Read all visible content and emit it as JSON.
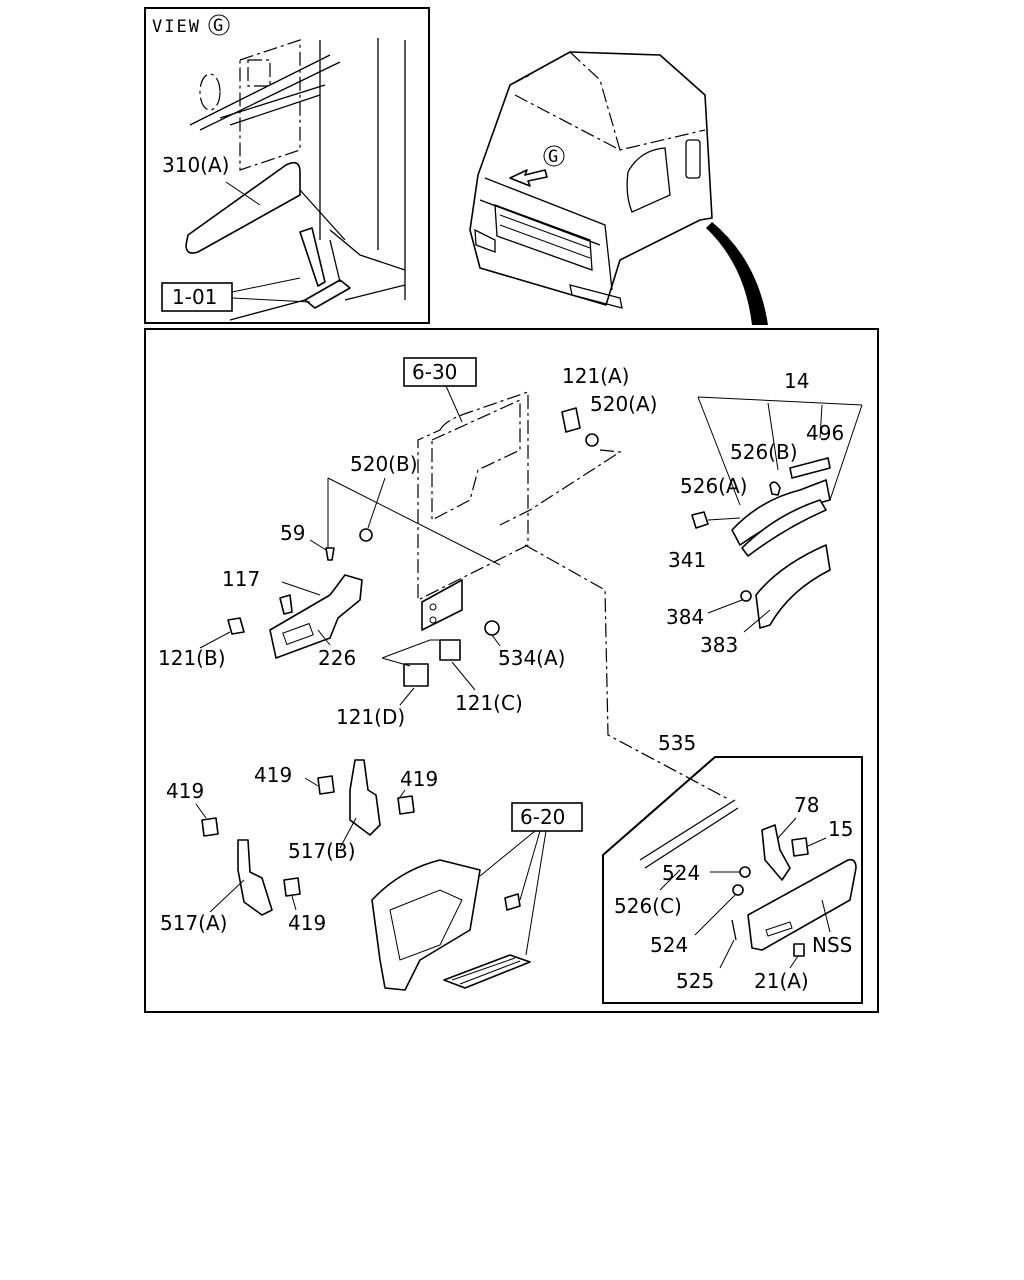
{
  "view": {
    "prefix": "VIEW",
    "letter": "G"
  },
  "cab_arrow_letter": "G",
  "labels": {
    "p310a": "310(A)",
    "ref101": "1-01",
    "ref630": "6-30",
    "p121a": "121(A)",
    "p520a": "520(A)",
    "p14": "14",
    "p526b": "526(B)",
    "p496": "496",
    "p526a": "526(A)",
    "p341": "341",
    "p384": "384",
    "p383": "383",
    "p520b": "520(B)",
    "p59": "59",
    "p117": "117",
    "p121b": "121(B)",
    "p226": "226",
    "p534a": "534(A)",
    "p121c": "121(C)",
    "p121d": "121(D)",
    "p535": "535",
    "p419_a": "419",
    "p419_b": "419",
    "p419_c": "419",
    "p419_d": "419",
    "p517b": "517(B)",
    "p517a": "517(A)",
    "ref620": "6-20",
    "p78": "78",
    "p15": "15",
    "p524_a": "524",
    "p524_b": "524",
    "p526c": "526(C)",
    "nss": "NSS",
    "p525": "525",
    "p21a": "21(A)"
  }
}
